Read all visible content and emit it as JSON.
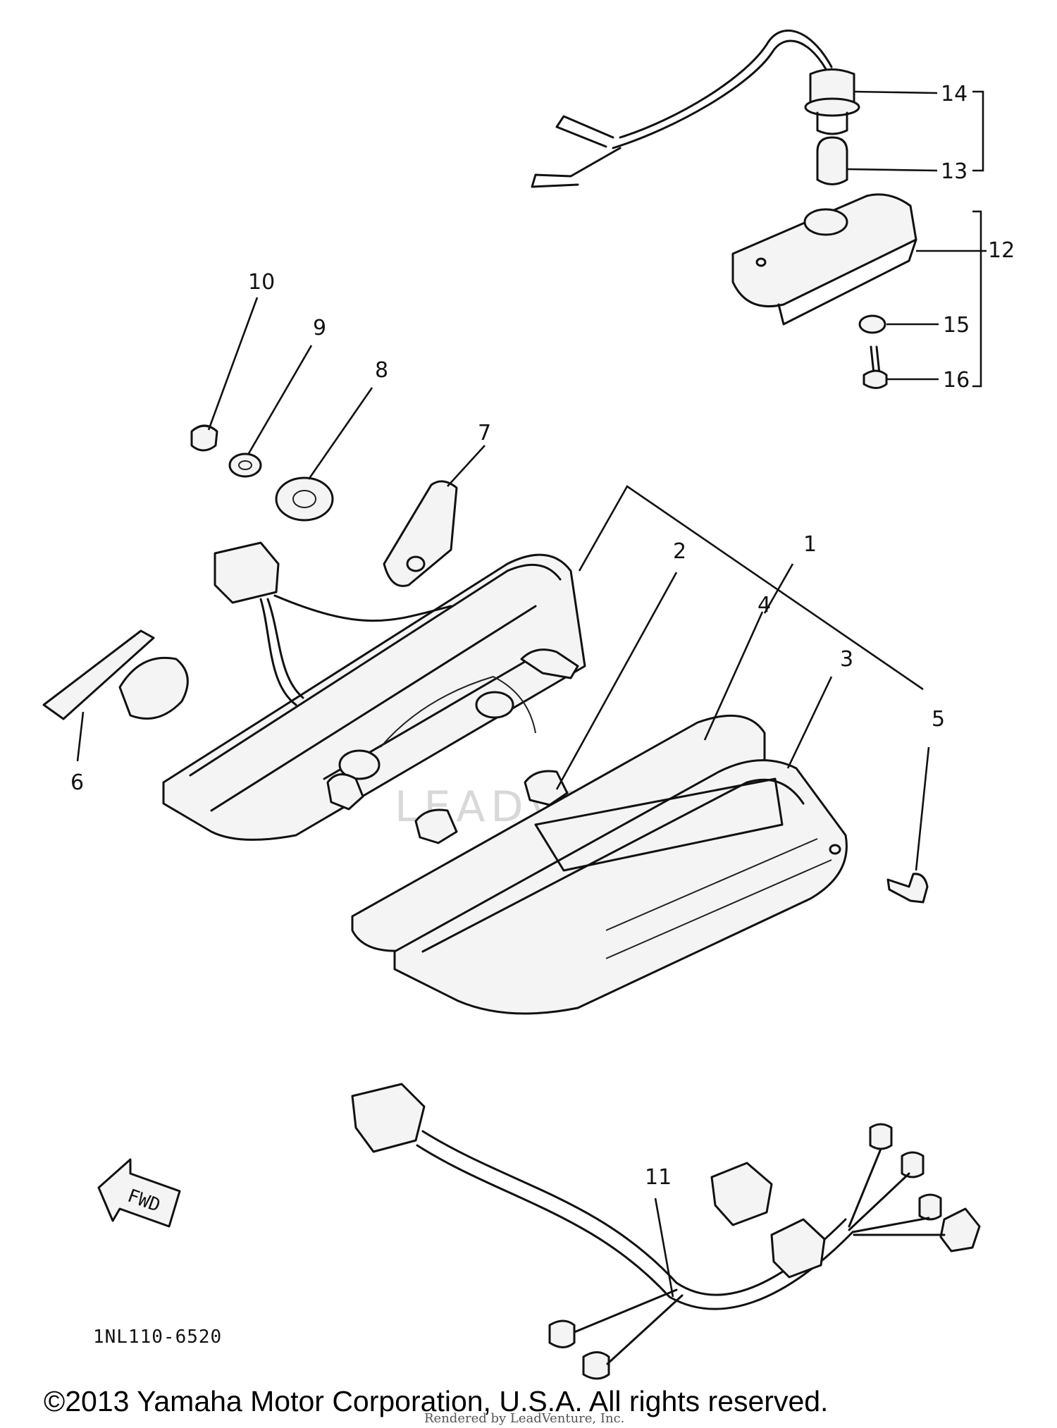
{
  "diagram": {
    "part_code": "1NL110-6520",
    "direction_label": "FWD",
    "watermark": "LEADVENTURE",
    "copyright": "©2013 Yamaha Motor Corporation, U.S.A. All rights reserved.",
    "credit": "Rendered by LeadVenture, Inc.",
    "callouts": [
      "1",
      "2",
      "3",
      "4",
      "5",
      "6",
      "7",
      "8",
      "9",
      "10",
      "11",
      "12",
      "13",
      "14",
      "15",
      "16"
    ]
  }
}
